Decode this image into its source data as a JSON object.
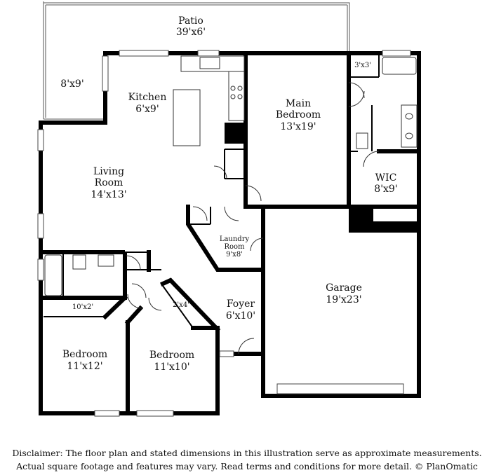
{
  "rooms": {
    "patio": {
      "name": "Patio",
      "dim": "39'x6'"
    },
    "patio_nook": {
      "dim": "8'x9'"
    },
    "kitchen": {
      "name": "Kitchen",
      "dim": "6'x9'"
    },
    "main_bedroom": {
      "name1": "Main",
      "name2": "Bedroom",
      "dim": "13'x19'"
    },
    "closet_small": {
      "dim": "3'x3'"
    },
    "wic": {
      "name": "WIC",
      "dim": "8'x9'"
    },
    "living_room": {
      "name1": "Living",
      "name2": "Room",
      "dim": "14'x13'"
    },
    "laundry_room": {
      "name1": "Laundry",
      "name2": "Room",
      "dim": "9'x8'"
    },
    "garage": {
      "name": "Garage",
      "dim": "19'x23'"
    },
    "foyer": {
      "name": "Foyer",
      "dim": "6'x10'"
    },
    "hall_closet": {
      "dim": "10'x2'"
    },
    "closet_2x4": {
      "dim": "2'x4'"
    },
    "bedroom_left": {
      "name": "Bedroom",
      "dim": "11'x12'"
    },
    "bedroom_right": {
      "name": "Bedroom",
      "dim": "11'x10'"
    }
  },
  "disclaimer": {
    "line1": "Disclaimer: The floor plan and stated dimensions in this illustration serve as approximate measurements.",
    "line2": "Actual square footage and features may vary. Read terms and conditions for more detail. © PlanOmatic"
  }
}
